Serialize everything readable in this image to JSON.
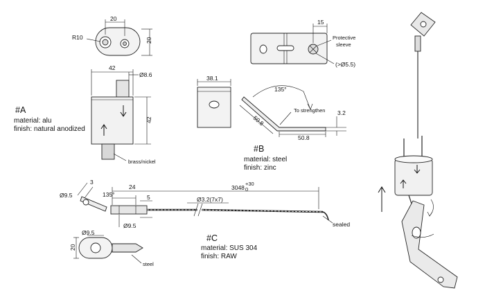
{
  "part_a": {
    "id": "#A",
    "material": "material: alu",
    "finish": "finish: natural anodized",
    "dims": {
      "width": "42",
      "height": "42",
      "pin_dia": "Ø8.6",
      "slot_len": "20",
      "slot_h": "20",
      "radius": "R10"
    },
    "pin_note": "brass/nickel"
  },
  "part_b": {
    "id": "#B",
    "material": "material: steel",
    "finish": "finish: zinc",
    "dims": {
      "face": "38.1",
      "sleeve_off": "15",
      "angle": "135°",
      "leg_a": "50.8",
      "leg_b": "50.8",
      "thickness": "3.2",
      "hole": "(>Ø5.5)"
    },
    "sleeve_note_1": "Protective",
    "sleeve_note_2": "sleeve",
    "strengthen_note": "To strengthen"
  },
  "part_c": {
    "id": "#C",
    "material": "material: SUS 304",
    "finish": "finish: RAW",
    "dims": {
      "eye_dia": "Ø9.5",
      "eye_thk": "3",
      "angle": "135°",
      "ferrule_len": "24",
      "ferrule_dia": "Ø9.5",
      "ferrule_h": "5",
      "cable": "Ø3.2(7x7)",
      "total": "3048",
      "tol_up": "+30",
      "tol_low": "0",
      "side_dia": "Ø9.5",
      "side_h": "20"
    },
    "sealed_note": "sealed",
    "steel_note": "steel"
  }
}
